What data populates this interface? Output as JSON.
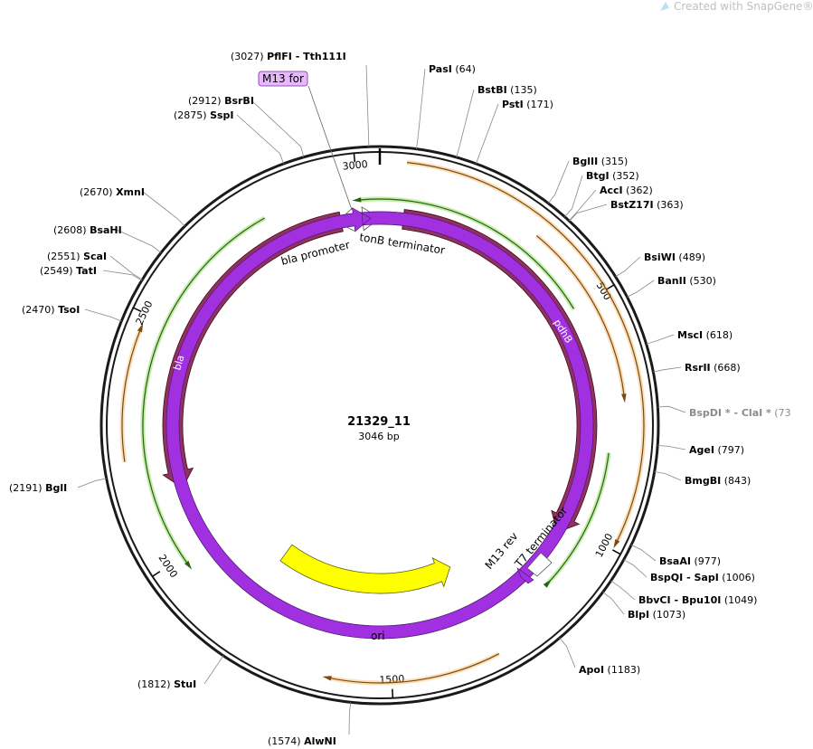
{
  "watermark": "Created with SnapGene®",
  "plasmid": {
    "name": "21329_11",
    "size_label": "3046 bp"
  },
  "ticks": [
    {
      "label": "500",
      "bp": 500
    },
    {
      "label": "1000",
      "bp": 1000
    },
    {
      "label": "1500",
      "bp": 1500
    },
    {
      "label": "2000",
      "bp": 2000
    },
    {
      "label": "2500",
      "bp": 2500
    },
    {
      "label": "3000",
      "bp": 3000
    }
  ],
  "enzymes": [
    {
      "id": "pfifi",
      "name": "PflFI",
      "name2": "Tth111I",
      "pos": "(3027)",
      "site": 3027,
      "side": "left"
    },
    {
      "id": "pasi",
      "name": "PasI",
      "pos": "(64)",
      "site": 64,
      "side": "right"
    },
    {
      "id": "bstbi",
      "name": "BstBI",
      "pos": "(135)",
      "site": 135,
      "side": "right"
    },
    {
      "id": "psti",
      "name": "PstI",
      "pos": "(171)",
      "site": 171,
      "side": "right"
    },
    {
      "id": "bglii",
      "name": "BglII",
      "pos": "(315)",
      "site": 315,
      "side": "right"
    },
    {
      "id": "btgi",
      "name": "BtgI",
      "pos": "(352)",
      "site": 352,
      "side": "right"
    },
    {
      "id": "acci",
      "name": "AccI",
      "pos": "(362)",
      "site": 362,
      "side": "right"
    },
    {
      "id": "bstz17i",
      "name": "BstZ17I",
      "pos": "(363)",
      "site": 363,
      "side": "right"
    },
    {
      "id": "bsiwi",
      "name": "BsiWI",
      "pos": "(489)",
      "site": 489,
      "side": "right"
    },
    {
      "id": "banii",
      "name": "BanII",
      "pos": "(530)",
      "site": 530,
      "side": "right"
    },
    {
      "id": "msci",
      "name": "MscI",
      "pos": "(618)",
      "site": 618,
      "side": "right"
    },
    {
      "id": "rsrii",
      "name": "RsrII",
      "pos": "(668)",
      "site": 668,
      "side": "right"
    },
    {
      "id": "bspdi",
      "name": "BspDI *",
      "name2": "ClaI *",
      "pos": "(73",
      "site": 730,
      "side": "right",
      "gray": true
    },
    {
      "id": "agei",
      "name": "AgeI",
      "pos": "(797)",
      "site": 797,
      "side": "right"
    },
    {
      "id": "bmgbi",
      "name": "BmgBI",
      "pos": "(843)",
      "site": 843,
      "side": "right"
    },
    {
      "id": "bsaai",
      "name": "BsaAI",
      "pos": "(977)",
      "site": 977,
      "side": "right"
    },
    {
      "id": "bspqi",
      "name": "BspQI",
      "name2": "SapI",
      "pos": "(1006)",
      "site": 1006,
      "side": "right"
    },
    {
      "id": "bbvci",
      "name": "BbvCI",
      "name2": "Bpu10I",
      "pos": "(1049)",
      "site": 1049,
      "side": "right"
    },
    {
      "id": "blpi",
      "name": "BlpI",
      "pos": "(1073)",
      "site": 1073,
      "side": "right"
    },
    {
      "id": "apoi",
      "name": "ApoI",
      "pos": "(1183)",
      "site": 1183,
      "side": "right"
    },
    {
      "id": "alwni",
      "name": "AlwNI",
      "pos": "(1574)",
      "site": 1574,
      "side": "left"
    },
    {
      "id": "stui",
      "name": "StuI",
      "pos": "(1812)",
      "site": 1812,
      "side": "left"
    },
    {
      "id": "bgli",
      "name": "BglI",
      "pos": "(2191)",
      "site": 2191,
      "side": "left"
    },
    {
      "id": "tsoi",
      "name": "TsoI",
      "pos": "(2470)",
      "site": 2470,
      "side": "left"
    },
    {
      "id": "tati",
      "name": "TatI",
      "pos": "(2549)",
      "site": 2549,
      "side": "left"
    },
    {
      "id": "scai",
      "name": "ScaI",
      "pos": "(2551)",
      "site": 2551,
      "side": "left"
    },
    {
      "id": "bsahi",
      "name": "BsaHI",
      "pos": "(2608)",
      "site": 2608,
      "side": "left"
    },
    {
      "id": "xmni",
      "name": "XmnI",
      "pos": "(2670)",
      "site": 2670,
      "side": "left"
    },
    {
      "id": "sspi",
      "name": "SspI",
      "pos": "(2875)",
      "site": 2875,
      "side": "left"
    },
    {
      "id": "bsrbi",
      "name": "BsrBI",
      "pos": "(2912)",
      "site": 2912,
      "side": "left"
    }
  ],
  "features": {
    "pdhb": "pdhB",
    "bla": "bla",
    "ori": "ori",
    "bla_promoter": "bla promoter",
    "tonb_terminator": "tonB terminator",
    "t7_terminator": "T7 terminator",
    "m13_rev": "M13 rev",
    "m13_for": "M13 for"
  },
  "colors": {
    "backbone": "#1a1a1a",
    "cds": "#94305f",
    "ori": "#ffff00",
    "primer": "#a030e0",
    "primer_box": "#e8b8ff",
    "orf_orange": "#f0a030",
    "orf_green": "#5cc020",
    "promoter": "#ffffff"
  }
}
